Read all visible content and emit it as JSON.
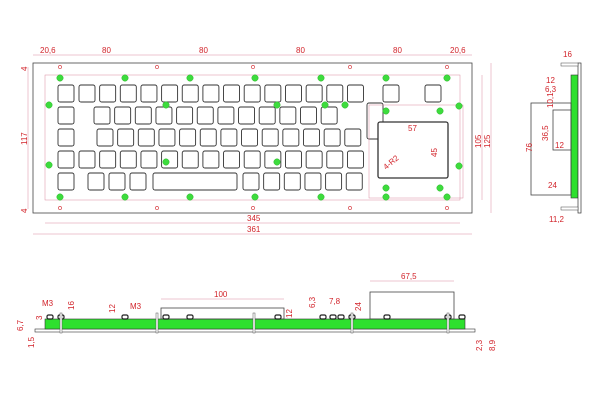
{
  "drawing": {
    "top_view": {
      "width_labels": [
        "20,6",
        "80",
        "80",
        "80",
        "80",
        "20,6"
      ],
      "inner_width": "345",
      "outer_width": "361",
      "height": "117",
      "edge_offset_top": "4",
      "edge_offset_bottom": "4",
      "right_inner_height": "105",
      "right_outer_height": "125",
      "touchpad_width": "57",
      "touchpad_height": "45",
      "touchpad_radius": "4-R2"
    },
    "side_view": {
      "thickness": "16",
      "a": "12",
      "b": "6,3",
      "c": "10,1",
      "d": "36,5",
      "e": "12",
      "f": "24",
      "height": "76",
      "bottom": "11,2"
    },
    "front_view": {
      "thread1": "M3",
      "d16": "16",
      "d3": "3",
      "d6_7": "6,7",
      "d1_5": "1,5",
      "d12a": "12",
      "thread2": "M3",
      "pad_width": "100",
      "d12b": "12",
      "d6_3": "6,3",
      "d7_8": "7,8",
      "d24": "24",
      "box_width": "67,5",
      "d2_3": "2,3",
      "d8_9": "8,9"
    }
  }
}
